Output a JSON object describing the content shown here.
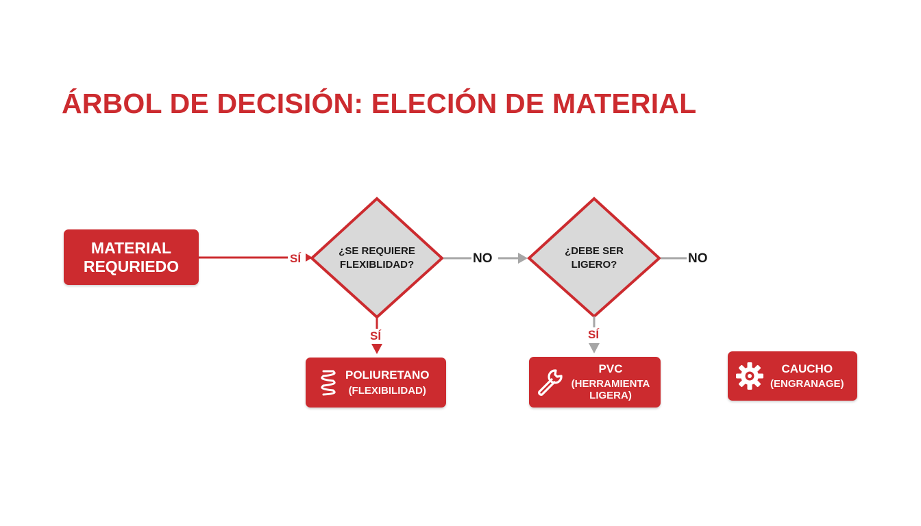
{
  "title": "ÁRBOL DE DECISIÓN:  ELECIÓN DE MATERIAL",
  "colors": {
    "accent": "#cc2b2f",
    "diamond_fill": "#d9d9d9",
    "connector_gray": "#a6a6a6",
    "text_dark": "#1a1a1a"
  },
  "start": {
    "line1": "MATERIAL",
    "line2": "REQURIEDO"
  },
  "decision1": {
    "line1": "¿SE REQUIERE",
    "line2": "FLEXIBLIDAD?"
  },
  "decision2": {
    "line1": "¿DEBE SER",
    "line2": "LIGERO?"
  },
  "labels": {
    "si_start": "SÍ",
    "no_1": "NO",
    "si_1": "SÍ",
    "no_2": "NO",
    "si_2": "SÍ"
  },
  "results": [
    {
      "name": "POLIURETANO",
      "sub": "(FLEXIBILIDAD)",
      "icon": "spring-icon"
    },
    {
      "name": "PVC",
      "sub": "(HERRAMIENTA",
      "sub2": "LIGERA)",
      "icon": "wrench-icon"
    },
    {
      "name": "CAUCHO",
      "sub": "(ENGRANAGE)",
      "icon": "gear-icon"
    }
  ]
}
